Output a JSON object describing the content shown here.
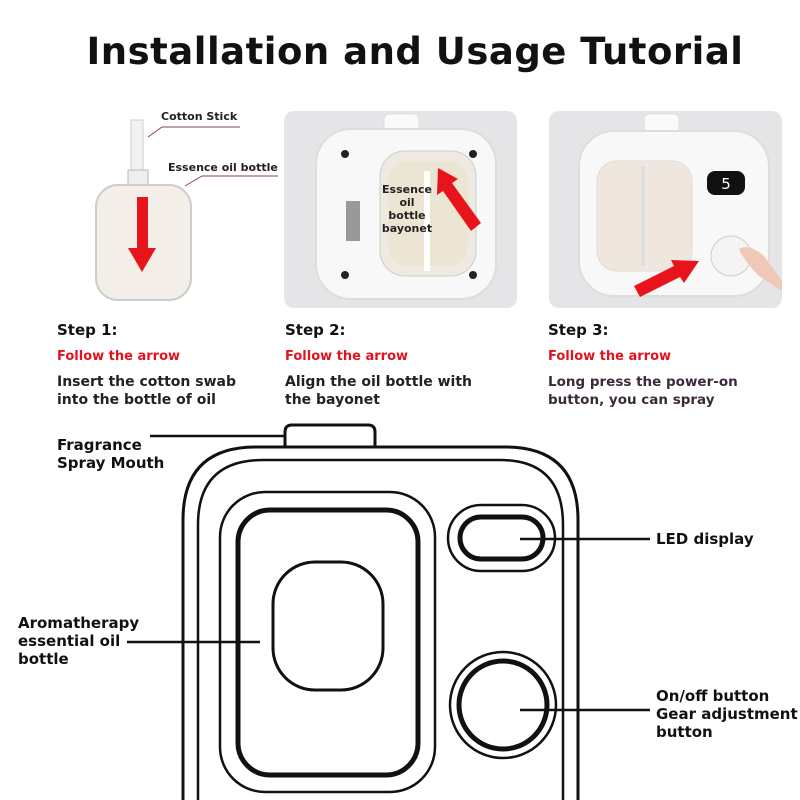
{
  "title": "Installation and Usage Tutorial",
  "steps": [
    {
      "label": "Step 1:",
      "hint": "Follow the arrow",
      "desc_line1": "Insert the cotton swab",
      "desc_line2": "into the bottle of oil",
      "callouts": [
        "Cotton Stick",
        "Essence oil bottle"
      ]
    },
    {
      "label": "Step 2:",
      "hint": "Follow the arrow",
      "desc_line1": "Align the oil bottle with",
      "desc_line2": "the bayonet",
      "callouts": [
        "Essence",
        "oil bottle",
        "bayonet"
      ]
    },
    {
      "label": "Step 3:",
      "hint": "Follow the arrow",
      "desc_line1": "Long press the power-on",
      "desc_line2": "button, you can spray",
      "display_value": "5"
    }
  ],
  "diagram_labels": {
    "spray_mouth": [
      "Fragrance",
      "Spray Mouth"
    ],
    "led": "LED display",
    "bottle": [
      "Aromatherapy",
      "essential oil",
      "bottle"
    ],
    "button": [
      "On/off button",
      "Gear adjustment",
      "button"
    ]
  },
  "colors": {
    "arrow": "#e8141c",
    "hint": "#e0141e",
    "panel_bg": "#e5e5e7"
  }
}
